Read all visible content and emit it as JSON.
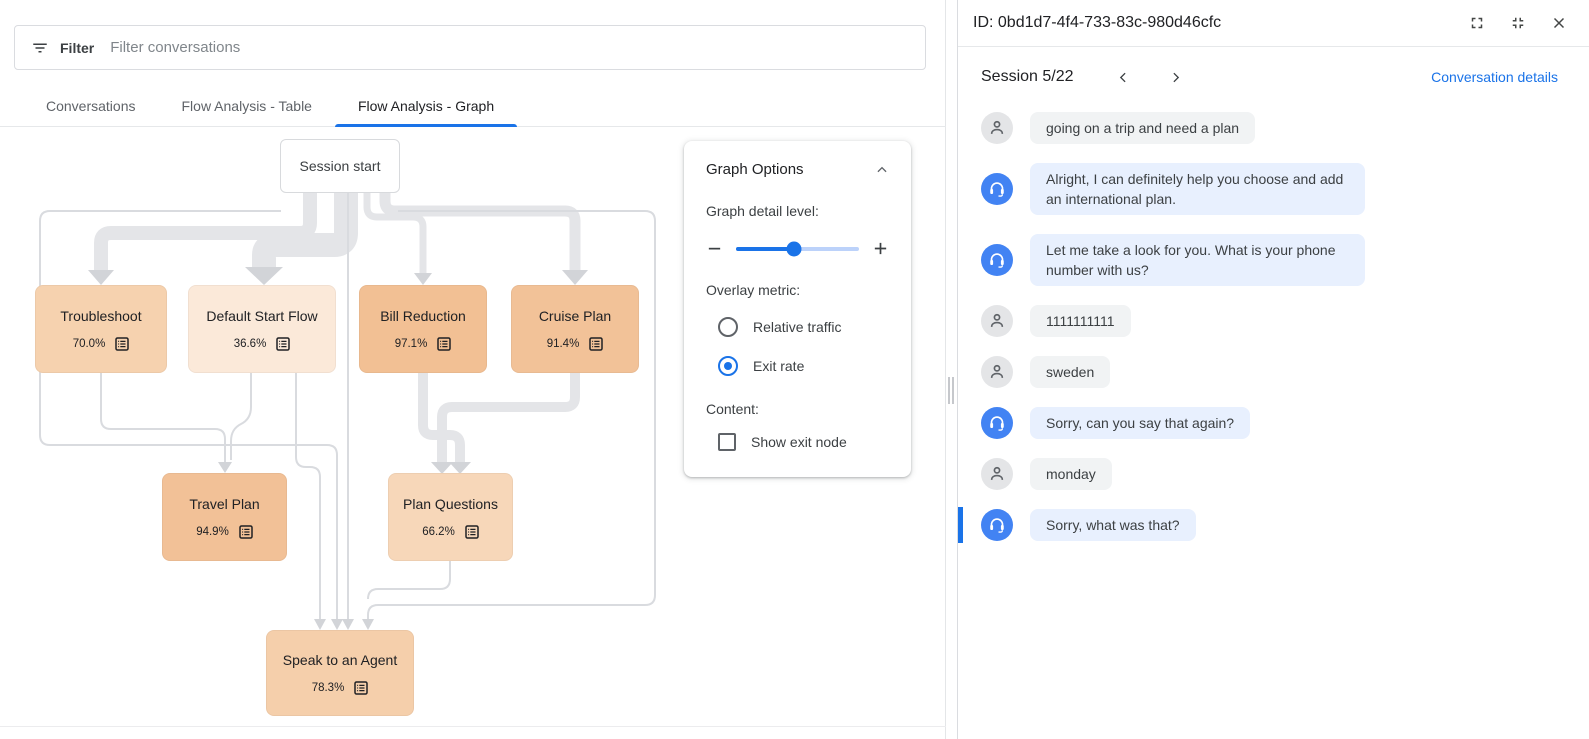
{
  "filter_bar": {
    "label": "Filter",
    "placeholder": "Filter conversations"
  },
  "tabs": [
    {
      "label": "Conversations",
      "active": false
    },
    {
      "label": "Flow Analysis - Table",
      "active": false
    },
    {
      "label": "Flow Analysis - Graph",
      "active": true
    }
  ],
  "flow_graph": {
    "start_node": "Session start",
    "nodes": [
      {
        "label": "Troubleshoot",
        "exit_rate": "70.0%",
        "color": "#f6d2af"
      },
      {
        "label": "Default Start Flow",
        "exit_rate": "36.6%",
        "color": "#fbe9d9"
      },
      {
        "label": "Bill Reduction",
        "exit_rate": "97.1%",
        "color": "#f2c094"
      },
      {
        "label": "Cruise Plan",
        "exit_rate": "91.4%",
        "color": "#f2c298"
      },
      {
        "label": "Travel Plan",
        "exit_rate": "94.9%",
        "color": "#f2c197"
      },
      {
        "label": "Plan Questions",
        "exit_rate": "66.2%",
        "color": "#f7d7b9"
      },
      {
        "label": "Speak to an Agent",
        "exit_rate": "78.3%",
        "color": "#f5cfab"
      }
    ]
  },
  "graph_options": {
    "title": "Graph Options",
    "detail_label": "Graph detail level:",
    "detail_value_pct": 47,
    "overlay_label": "Overlay metric:",
    "overlay_options": [
      {
        "label": "Relative traffic",
        "selected": false
      },
      {
        "label": "Exit rate",
        "selected": true
      }
    ],
    "content_label": "Content:",
    "show_exit_node": {
      "label": "Show exit node",
      "checked": false
    }
  },
  "detail_panel": {
    "title": "ID: 0bd1d7-4f4-733-83c-980d46cfc",
    "session_label": "Session 5/22",
    "details_link": "Conversation details",
    "messages": [
      {
        "role": "user",
        "text": "going on a trip and need a plan",
        "highlighted": false
      },
      {
        "role": "bot",
        "text": "Alright, I can definitely help you choose and add an international plan.",
        "highlighted": false
      },
      {
        "role": "bot",
        "text": "Let me take a look for you. What is your phone number with us?",
        "highlighted": false
      },
      {
        "role": "user",
        "text": "1111111111",
        "highlighted": false
      },
      {
        "role": "user",
        "text": "sweden",
        "highlighted": false
      },
      {
        "role": "bot",
        "text": "Sorry, can you say that again?",
        "highlighted": false
      },
      {
        "role": "user",
        "text": "monday",
        "highlighted": false
      },
      {
        "role": "bot",
        "text": "Sorry, what was that?",
        "highlighted": true
      }
    ]
  },
  "colors": {
    "accent_blue": "#1a73e8",
    "bot_avatar": "#4283f3",
    "bot_bubble": "#e8f0fe",
    "user_bubble": "#f1f3f4",
    "highlight_bar": "#1a73e8",
    "edge_band": "#e4e5e8",
    "edge_thin": "#d9dbdf",
    "arrow": "#d2d4d8"
  }
}
